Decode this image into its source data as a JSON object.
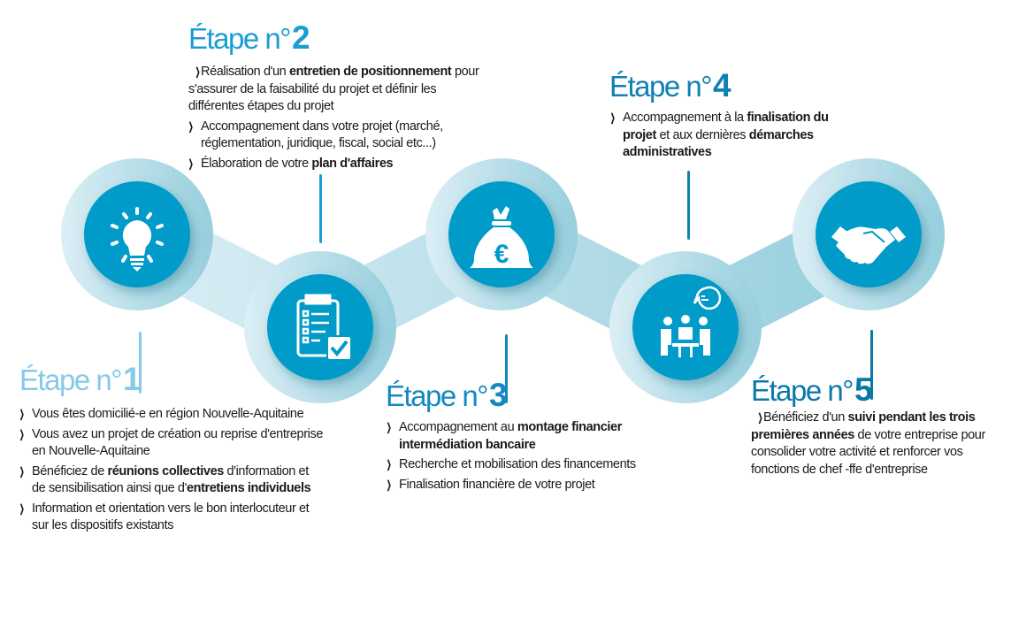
{
  "colors": {
    "circle": "#009bc8",
    "halo_left": "#d9edf4",
    "halo_right": "#99d0de",
    "step1": "#86c9e8",
    "step2": "#1a9dd2",
    "step3": "#1489bf",
    "step4": "#0f80b3",
    "step5": "#0b78aa"
  },
  "steps": [
    {
      "label": "Étape n°",
      "number": "1",
      "icon": "lightbulb-icon",
      "bullets": [
        [
          {
            "t": "Vous êtes domicilié-e en région Nouvelle-Aquitaine"
          }
        ],
        [
          {
            "t": "Vous avez un projet de création ou reprise d'entreprise en Nouvelle-Aquitaine"
          }
        ],
        [
          {
            "t": "Bénéficiez de "
          },
          {
            "t": "réunions collectives",
            "b": true
          },
          {
            "t": " d'information et de sensibilisation ainsi que d'"
          },
          {
            "t": "entretiens individuels",
            "b": true
          }
        ],
        [
          {
            "t": "Information et orientation vers le bon interlocuteur et sur les dispositifs existants"
          }
        ]
      ]
    },
    {
      "label": "Étape n°",
      "number": "2",
      "icon": "checklist-icon",
      "bullets": [
        [
          {
            "t": "Réalisation d'un "
          },
          {
            "t": "entretien de positionnement",
            "b": true
          },
          {
            "t": " pour s'assurer de la faisabilité du projet et définir les différentes étapes du projet"
          }
        ],
        [
          {
            "t": "Accompagnement dans votre projet (marché, réglementation, juridique, fiscal, social etc...)"
          }
        ],
        [
          {
            "t": "Élaboration de votre "
          },
          {
            "t": "plan d'affaires",
            "b": true
          }
        ]
      ]
    },
    {
      "label": "Étape n°",
      "number": "3",
      "icon": "euro-money-bag-icon",
      "bullets": [
        [
          {
            "t": "Accompagnement au "
          },
          {
            "t": "montage financier intermédiation bancaire",
            "b": true
          }
        ],
        [
          {
            "t": "Recherche et mobilisation des financements"
          }
        ],
        [
          {
            "t": "Finalisation financière de votre projet"
          }
        ]
      ]
    },
    {
      "label": "Étape n°",
      "number": "4",
      "icon": "meeting-people-icon",
      "bullets": [
        [
          {
            "t": "Accompagnement à la "
          },
          {
            "t": "finalisation du projet",
            "b": true
          },
          {
            "t": " et aux dernières "
          },
          {
            "t": "démarches administratives",
            "b": true
          }
        ]
      ]
    },
    {
      "label": "Étape n°",
      "number": "5",
      "icon": "handshake-icon",
      "bullets": [
        [
          {
            "t": "Bénéficiez d'un "
          },
          {
            "t": "suivi pendant les trois premières années",
            "b": true
          },
          {
            "t": " de votre entreprise pour consolider votre activité et renforcer vos fonctions de chef -ffe d'entreprise"
          }
        ]
      ]
    }
  ]
}
